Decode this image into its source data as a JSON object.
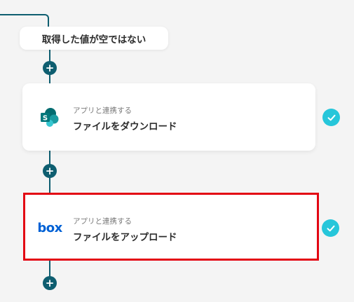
{
  "flow": {
    "condition_label": "取得した値が空ではない",
    "add_step_symbol": "+",
    "steps": [
      {
        "app": "SharePoint",
        "icon": "sharepoint-icon",
        "subtitle": "アプリと連携する",
        "title": "ファイルをダウンロード",
        "status": "completed",
        "selected": false
      },
      {
        "app": "Box",
        "icon": "box-logo-icon",
        "logo_text": "box",
        "subtitle": "アプリと連携する",
        "title": "ファイルをアップロード",
        "status": "completed",
        "selected": true
      }
    ]
  },
  "colors": {
    "connector": "#0e5e70",
    "check_badge": "#26c6da",
    "selection_border": "#e30613",
    "box_brand": "#0061d5",
    "sharepoint_dark": "#036c70",
    "sharepoint_mid": "#1a9ba1",
    "sharepoint_light": "#37c6d0"
  }
}
